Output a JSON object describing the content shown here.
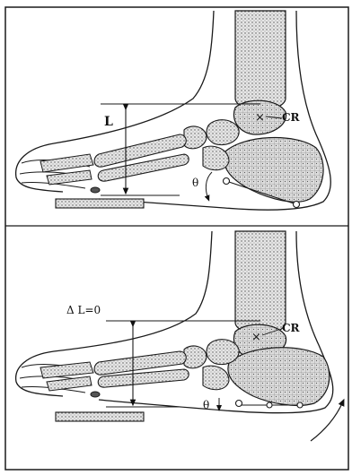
{
  "figure": {
    "top_panel": {
      "length_label": "L",
      "center_label": "CR",
      "angle_label": "θ"
    },
    "bottom_panel": {
      "length_label": "Δ L=0",
      "center_label": "CR",
      "angle_label": "θ"
    }
  },
  "colors": {
    "ink": "#1a1a1a",
    "bone_fill": "#d9d9d9",
    "background": "#ffffff"
  }
}
